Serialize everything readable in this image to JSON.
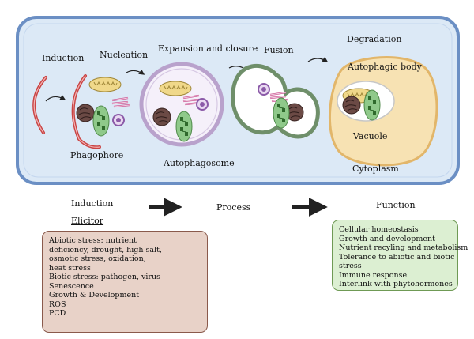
{
  "diagram": {
    "stages": {
      "induction": "Induction",
      "nucleation": "Nucleation",
      "expansion": "Expansion and closure",
      "fusion": "Fusion",
      "degradation": "Degradation"
    },
    "structures": {
      "phagophore": "Phagophore",
      "autophagosome": "Autophagosome",
      "autophagic_body": "Autophagic body",
      "vacuole": "Vacuole",
      "cytoplasm": "Cytoplasm"
    },
    "flow": {
      "induction": "Induction",
      "process": "Process",
      "function": "Function"
    },
    "elicitor": {
      "title": "Elicitor",
      "lines": [
        "Abiotic stress: nutrient",
        "deficiency, drought, high salt,",
        "osmotic stress, oxidation,",
        "heat stress",
        "Biotic stress: pathogen, virus",
        "Senescence",
        "Growth & Development",
        "ROS",
        "PCD"
      ]
    },
    "functions": {
      "lines": [
        "Cellular homeostasis",
        "Growth and development",
        "Nutrient recyling and metabolism",
        "Tolerance to abiotic and biotic",
        "stress",
        "Immune response",
        "Interlink with phytohormones"
      ]
    }
  },
  "colors": {
    "cell_fill": "#dce9f6",
    "cell_border": "#6b8fc4",
    "phagophore": "#c94444",
    "autophagosome": "#b9a2cc",
    "fusion_membrane": "#6f8f6a",
    "vacuole": "#f7e2b3",
    "vacuole_border": "#e2b66a",
    "mitochondrion": "#f0d88a",
    "chloroplast": "#8fc98a",
    "protein_aggregate": "#6b4a45",
    "peroxisome": "#8b5aa8",
    "elicitor_box": "#e8d2c8",
    "function_box": "#dcefd2"
  }
}
